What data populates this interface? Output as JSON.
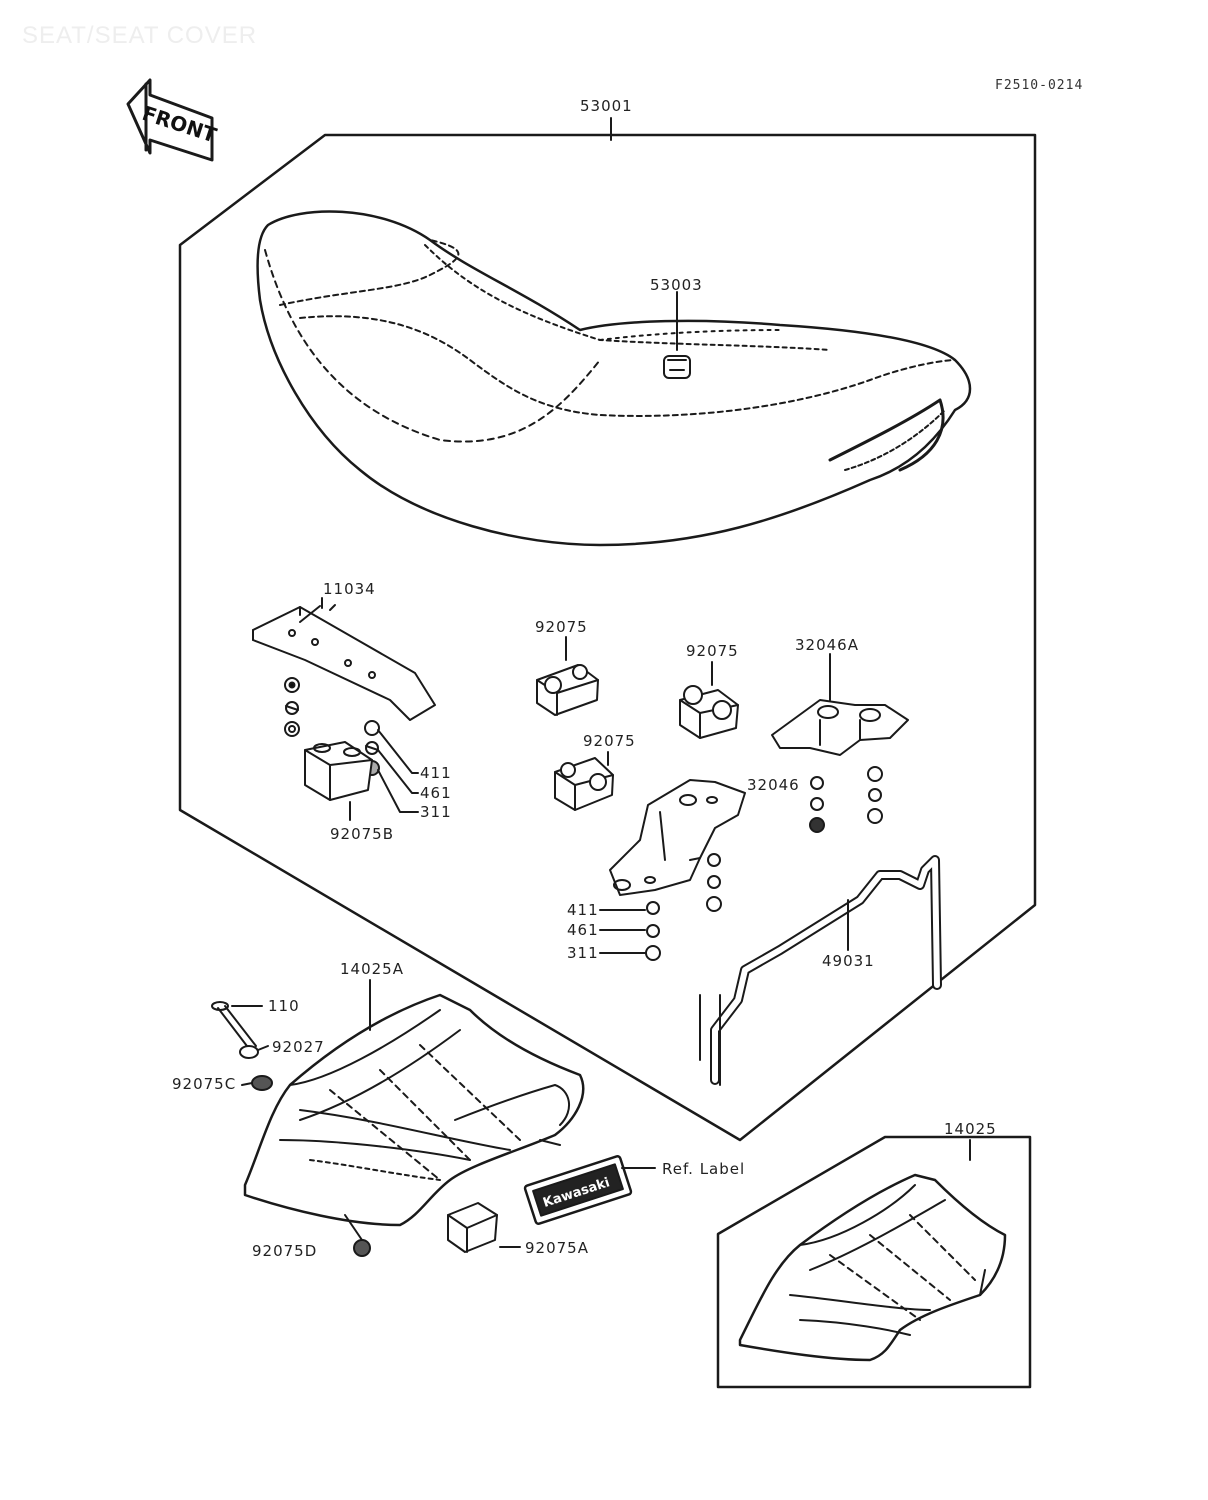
{
  "page": {
    "title": "SEAT/SEAT COVER",
    "code": "F2510-0214"
  },
  "front_tag": "FRONT",
  "label_emblem": "Kawasaki",
  "parts": {
    "seat_assy": "53001",
    "seat_cover": "53003",
    "plate": "11034",
    "damper_a": "92075",
    "damper_b": "92075",
    "damper_c": "92075",
    "damper_b_side": "92075B",
    "bracket_a": "32046A",
    "bracket": "32046",
    "washer_411_left": "411",
    "washer_461_left": "461",
    "nut_311_left": "311",
    "washer_411_center": "411",
    "washer_461_center": "461",
    "nut_311_center": "311",
    "strap": "49031",
    "rack_a": "14025A",
    "bolt": "110",
    "collar": "92027",
    "damper_c_rack": "92075C",
    "damper_d": "92075D",
    "damper_a_rack": "92075A",
    "ref_label": "Ref. Label",
    "rack": "14025"
  }
}
